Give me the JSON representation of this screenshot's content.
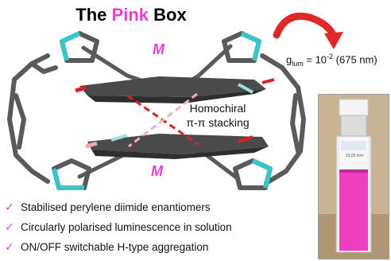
{
  "title": {
    "part1": "The ",
    "highlight": "Pink",
    "part2": " Box"
  },
  "labels": {
    "m_top": "M",
    "m_bottom": "M",
    "stacking_line1": "Homochiral",
    "stacking_line2": "π-π stacking"
  },
  "glum": {
    "g": "g",
    "sub": "lum",
    "eq": " = 10",
    "sup": "-2",
    "rest": " (675 nm)"
  },
  "bullets": [
    "Stabilised perylene diimide enantiomers",
    "Circularly polarised luminescence in solution",
    "ON/OFF switchable H-type aggregation"
  ],
  "cuvette_label": "10.00 mm",
  "colors": {
    "pink": "#e63fd2",
    "cyan": "#3cc5c5",
    "gray": "#5a5a5a",
    "red": "#e02020",
    "arrow": "#e02828"
  }
}
